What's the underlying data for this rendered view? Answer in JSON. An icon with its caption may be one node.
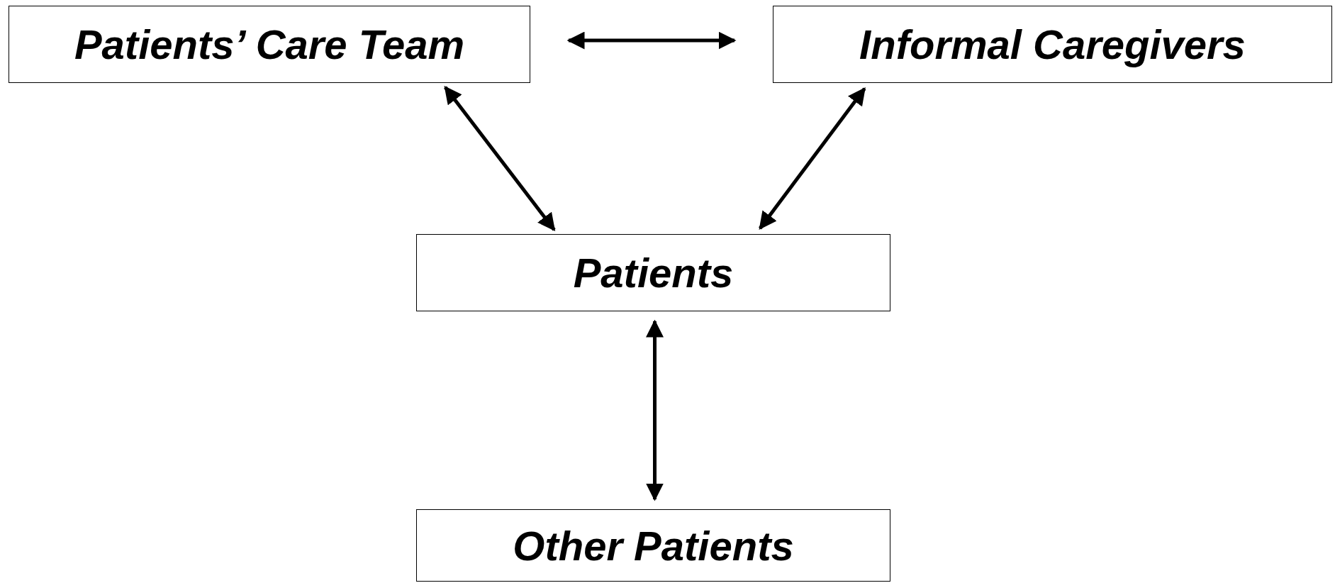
{
  "diagram": {
    "nodes": [
      {
        "text": [
          "Patients’ Care Team"
        ]
      },
      {
        "text": [
          "Informal Caregivers"
        ]
      },
      {
        "text": [
          "Patients"
        ]
      },
      {
        "text": [
          "Other Patients"
        ]
      }
    ],
    "edges": [
      {
        "from": 0,
        "to": 1,
        "arrow": "both"
      },
      {
        "from": 0,
        "to": 2,
        "arrow": "both"
      },
      {
        "from": 1,
        "to": 2,
        "arrow": "both"
      },
      {
        "from": 2,
        "to": 3,
        "arrow": "both"
      }
    ]
  }
}
